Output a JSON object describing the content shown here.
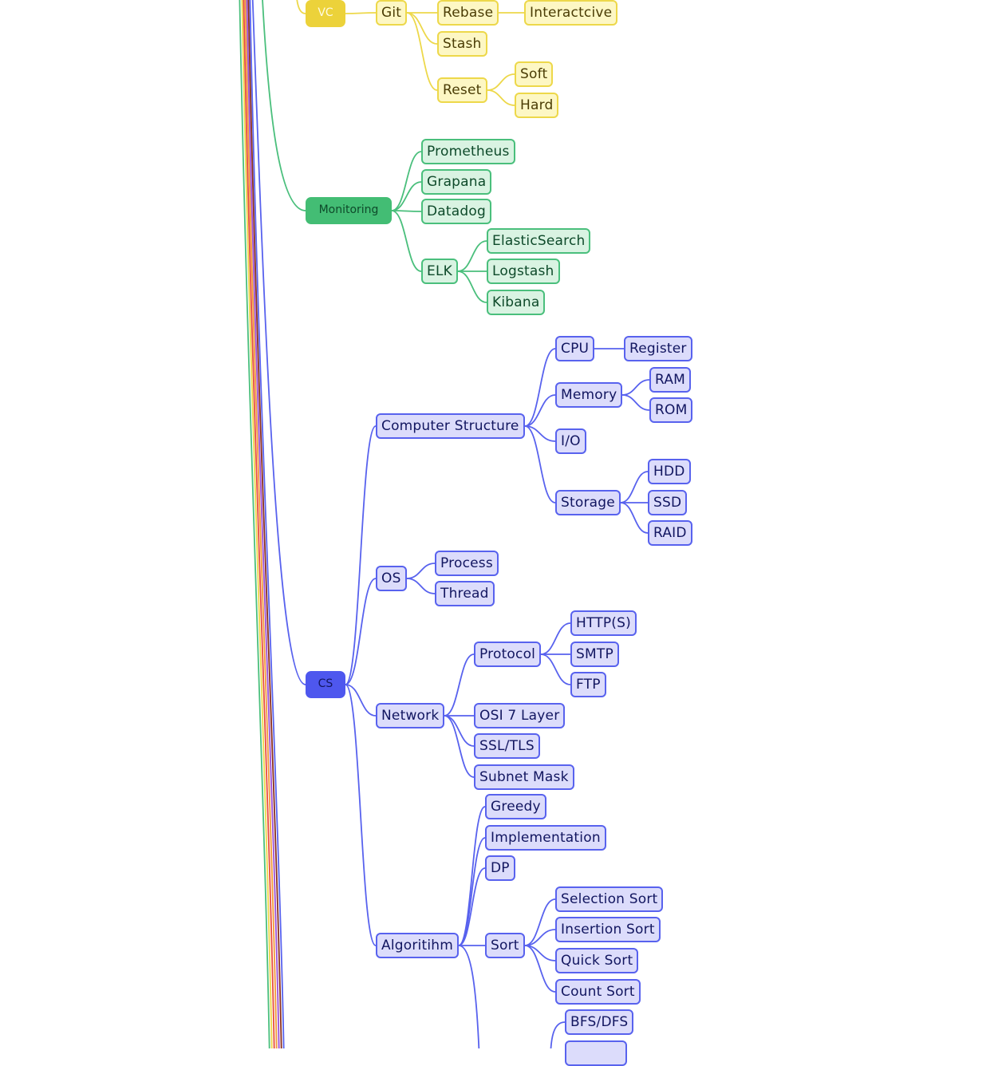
{
  "colors": {
    "vc": "#edd84a",
    "monitoring": "#4abf7c",
    "cs": "#5862ee",
    "trunk_extra": [
      "#e84c3d",
      "#f29a38",
      "#9b4fd6",
      "#8a2e1e"
    ]
  },
  "nodes": {
    "vc": "VC",
    "git": "Git",
    "rebase": "Rebase",
    "interactive": "Interactcive",
    "stash": "Stash",
    "reset": "Reset",
    "soft": "Soft",
    "hard": "Hard",
    "monitoring": "Monitoring",
    "prometheus": "Prometheus",
    "grapana": "Grapana",
    "datadog": "Datadog",
    "elk": "ELK",
    "elasticsearch": "ElasticSearch",
    "logstash": "Logstash",
    "kibana": "Kibana",
    "cs": "CS",
    "computer_structure": "Computer Structure",
    "cpu": "CPU",
    "register": "Register",
    "memory": "Memory",
    "ram": "RAM",
    "rom": "ROM",
    "io": "I/O",
    "storage": "Storage",
    "hdd": "HDD",
    "ssd": "SSD",
    "raid": "RAID",
    "os": "OS",
    "process": "Process",
    "thread": "Thread",
    "network": "Network",
    "protocol": "Protocol",
    "https": "HTTP(S)",
    "smtp": "SMTP",
    "ftp": "FTP",
    "osi": "OSI 7 Layer",
    "ssltls": "SSL/TLS",
    "subnet": "Subnet Mask",
    "algorithm": "Algoritihm",
    "greedy": "Greedy",
    "implementation": "Implementation",
    "dp": "DP",
    "sort": "Sort",
    "selection_sort": "Selection Sort",
    "insertion_sort": "Insertion Sort",
    "quick_sort": "Quick Sort",
    "count_sort": "Count Sort",
    "bfs_dfs": "BFS/DFS"
  }
}
